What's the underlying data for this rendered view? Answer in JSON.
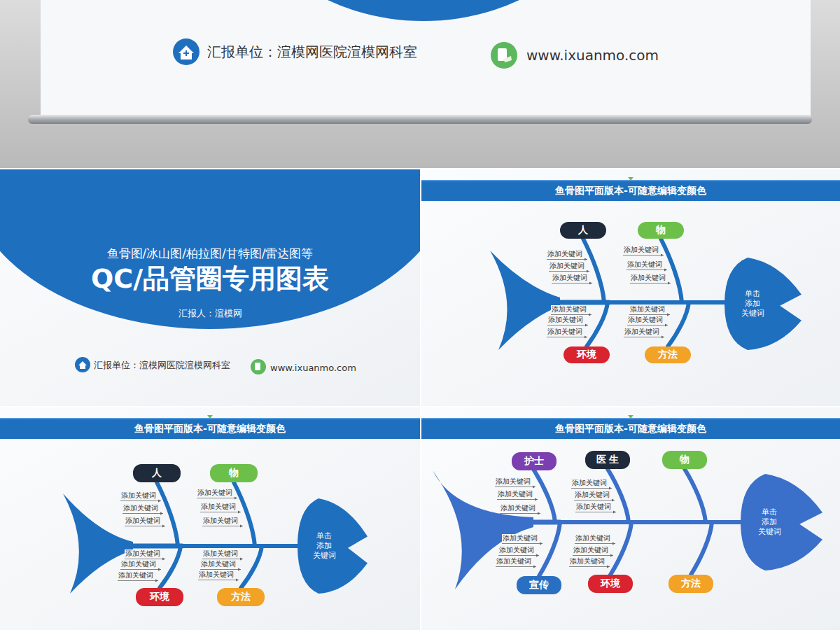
{
  "diagram": {
    "title": "QC/品管圈专用图表",
    "nodes": [
      {
        "text": [
          "鱼骨图平面版本-可随意编辑变颜色"
        ]
      },
      {
        "text": [
          "人"
        ]
      },
      {
        "text": [
          "物"
        ]
      },
      {
        "text": [
          "环境"
        ]
      },
      {
        "text": [
          "方法"
        ]
      },
      {
        "text": [
          "单击 添加 关键词"
        ]
      },
      {
        "text": [
          "鱼骨图平面版本-可随意编辑变颜色"
        ]
      },
      {
        "text": [
          "人"
        ]
      },
      {
        "text": [
          "物"
        ]
      },
      {
        "text": [
          "环境"
        ]
      },
      {
        "text": [
          "方法"
        ]
      },
      {
        "text": [
          "单击 添加 关键词"
        ]
      },
      {
        "text": [
          "鱼骨图平面版本-可随意编辑变颜色"
        ]
      },
      {
        "text": [
          "护士"
        ]
      },
      {
        "text": [
          "医 生"
        ]
      },
      {
        "text": [
          "物"
        ]
      },
      {
        "text": [
          "宣传"
        ]
      },
      {
        "text": [
          "环境"
        ]
      },
      {
        "text": [
          "方法"
        ]
      },
      {
        "text": [
          "单击 添加 关键词"
        ]
      }
    ],
    "edges": [
      {
        "from": 1,
        "to": 5,
        "arrow": "none"
      },
      {
        "from": 2,
        "to": 5,
        "arrow": "none"
      },
      {
        "from": 3,
        "to": 5,
        "arrow": "none"
      },
      {
        "from": 4,
        "to": 5,
        "arrow": "none"
      },
      {
        "from": 7,
        "to": 11,
        "arrow": "none"
      },
      {
        "from": 8,
        "to": 11,
        "arrow": "none"
      },
      {
        "from": 9,
        "to": 11,
        "arrow": "none"
      },
      {
        "from": 10,
        "to": 11,
        "arrow": "none"
      },
      {
        "from": 13,
        "to": 19,
        "arrow": "none"
      },
      {
        "from": 14,
        "to": 19,
        "arrow": "none"
      },
      {
        "from": 15,
        "to": 19,
        "arrow": "none"
      },
      {
        "from": 16,
        "to": 19,
        "arrow": "none"
      },
      {
        "from": 17,
        "to": 19,
        "arrow": "none"
      },
      {
        "from": 18,
        "to": 19,
        "arrow": "none"
      }
    ],
    "labels": [
      "汇报单位：渲模网医院渲模网科室",
      "www.ixuanmo.com",
      "鱼骨图/冰山图/柏拉图/甘特图/雷达图等",
      "汇报人：渲模网",
      "汇报单位：渲模网医院渲模网科室",
      "www.ixuanmo.com",
      "添加关键词",
      "添加关键词",
      "添加关键词",
      "添加关键词",
      "添加关键词",
      "添加关键词",
      "添加关键词",
      "添加关键词",
      "添加关键词",
      "添加关键词",
      "添加关键词",
      "添加关键词",
      "添加关键词",
      "添加关键词",
      "添加关键词",
      "添加关键词",
      "添加关键词",
      "添加关键词",
      "添加关键词",
      "添加关键词",
      "添加关键词",
      "添加关键词",
      "添加关键词",
      "添加关键词",
      "添加关键词",
      "添加关键词",
      "添加关键词",
      "添加关键词",
      "添加关键词",
      "添加关键词",
      "添加关键词",
      "添加关键词",
      "添加关键词",
      "添加关键词",
      "添加关键词",
      "添加关键词"
    ]
  }
}
